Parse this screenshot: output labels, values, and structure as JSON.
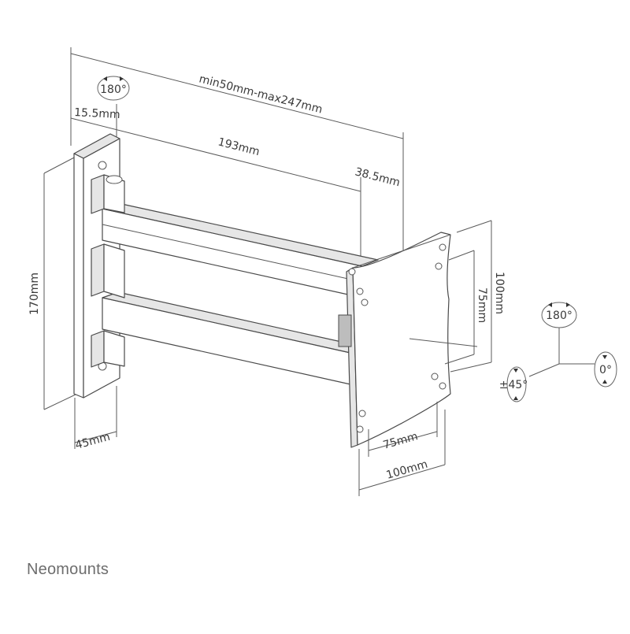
{
  "diagram": {
    "dimensions": {
      "extension": "min50mm-max247mm",
      "wall_plate_offset": "15.5mm",
      "arm_length": "193mm",
      "vesa_plate_depth": "38.5mm",
      "height": "170mm",
      "wall_plate_depth": "45mm",
      "vesa_small_h": "75mm",
      "vesa_large_h": "100mm",
      "vesa_small_v": "75mm",
      "vesa_large_v": "100mm"
    },
    "rotations": {
      "wall_swivel": "180°",
      "pan": "180°",
      "rotate": "0°",
      "tilt": "±45°"
    }
  },
  "brand": {
    "logo_text": "Neomounts"
  }
}
